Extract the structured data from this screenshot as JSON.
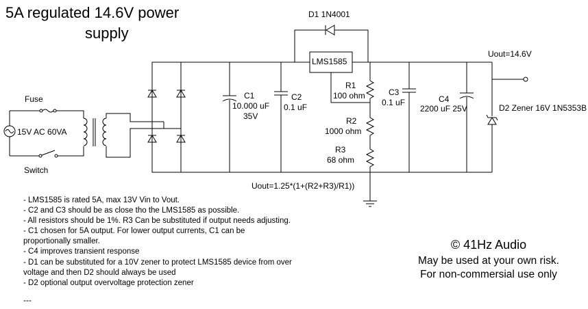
{
  "title": {
    "line1": "5A regulated 14.6V power",
    "line2": "supply"
  },
  "labels": {
    "fuse": "Fuse",
    "source": "15V AC 60VA",
    "switch": "Switch",
    "d1": "D1 1N4001",
    "regulator": "LMS1585",
    "uout": "Uout=14.6V",
    "c1_name": "C1",
    "c1_value": "10.000 uF",
    "c1_voltage": "35V",
    "c2_name": "C2",
    "c2_value": "0.1 uF",
    "r1_name": "R1",
    "r1_value": "100 ohm",
    "c3_name": "C3",
    "c3_value": "0.1 uF",
    "c4_name": "C4",
    "c4_value": "2200 uF 25V",
    "d2": "D2 Zener 16V 1N5353B",
    "r2_name": "R2",
    "r2_value": "1000 ohm",
    "r3_name": "R3",
    "r3_value": "68 ohm",
    "formula": "Uout=1.25*(1+(R2+R3)/R1))"
  },
  "notes": [
    "- LMS1585 is rated 5A, max 13V Vin to Vout.",
    "- C2 and C3 should be as close tho the LMS1585 as possible.",
    "- All resistors should be 1%. R3 Can be substituted if output needs adjusting.",
    "- C1 chosen for 5A output. For lower output currents, C1 can be",
    "proportionally smaller.",
    "- C4 improves transient response",
    "- D1 can be substituted for a 10V zener to protect LMS1585 device from over",
    "voltage and then D2 should always be used",
    "- D2 optional output overvoltage protection zener"
  ],
  "footer_dashes": "---",
  "credit": {
    "line1": "© 41Hz Audio",
    "line2": "May be used at your own risk.",
    "line3": "For non-commersial use only"
  }
}
